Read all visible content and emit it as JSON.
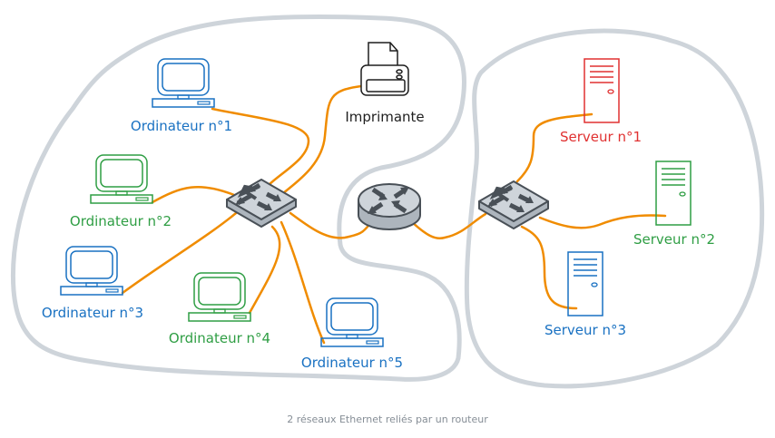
{
  "title": "2 réseaux Ethernet reliés par un routeur",
  "colors": {
    "blue": "#1971c2",
    "green": "#2f9e44",
    "red": "#e03131",
    "black": "#1e1e1e",
    "cable": "#f08c00",
    "zone": "#ced4da",
    "device_fill": "#ced4da",
    "device_stroke": "#495057",
    "caption": "#868e96"
  },
  "networks": [
    {
      "name": "network-left",
      "computers": [
        {
          "label": "Ordinateur n°1",
          "color": "blue"
        },
        {
          "label": "Ordinateur n°2",
          "color": "green"
        },
        {
          "label": "Ordinateur n°3",
          "color": "blue"
        },
        {
          "label": "Ordinateur n°4",
          "color": "green"
        },
        {
          "label": "Ordinateur n°5",
          "color": "blue"
        }
      ],
      "printer": {
        "label": "Imprimante",
        "color": "black"
      },
      "switch": {
        "icon": "switch-icon"
      }
    },
    {
      "name": "network-right",
      "servers": [
        {
          "label": "Serveur n°1",
          "color": "red"
        },
        {
          "label": "Serveur n°2",
          "color": "green"
        },
        {
          "label": "Serveur n°3",
          "color": "blue"
        }
      ],
      "switch": {
        "icon": "switch-icon"
      }
    }
  ],
  "router": {
    "icon": "router-icon"
  }
}
